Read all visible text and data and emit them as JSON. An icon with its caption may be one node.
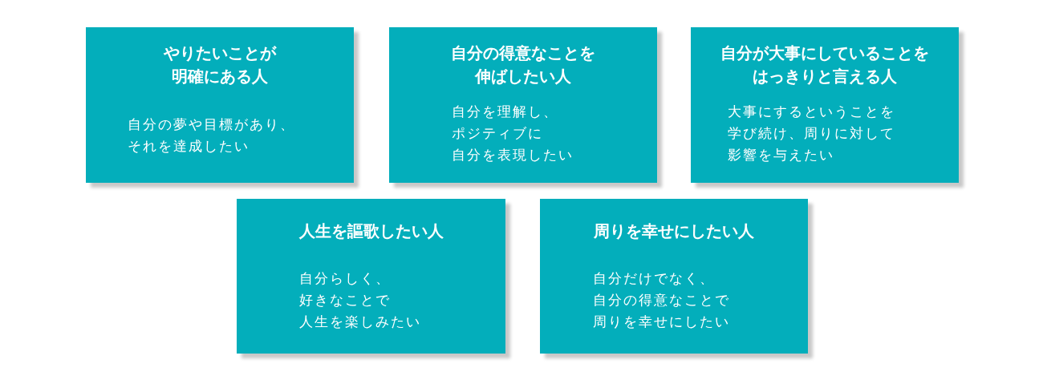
{
  "diagram": {
    "nodes": [
      {
        "text": [
          "やりたいことが明確にある人",
          "自分の夢や目標があり、それを達成したい"
        ]
      },
      {
        "text": [
          "自分の得意なことを伸ばしたい人",
          "自分を理解し、ポジティブに自分を表現したい"
        ]
      },
      {
        "text": [
          "自分が大事にしていることをはっきりと言える人",
          "大事にするということを学び続け、周りに対して影響を与えたい"
        ]
      },
      {
        "text": [
          "人生を謳歌したい人",
          "自分らしく、好きなことで人生を楽しみたい"
        ]
      },
      {
        "text": [
          "周りを幸せにしたい人",
          "自分だけでなく、自分の得意なことで周りを幸せにしたい"
        ]
      }
    ]
  }
}
